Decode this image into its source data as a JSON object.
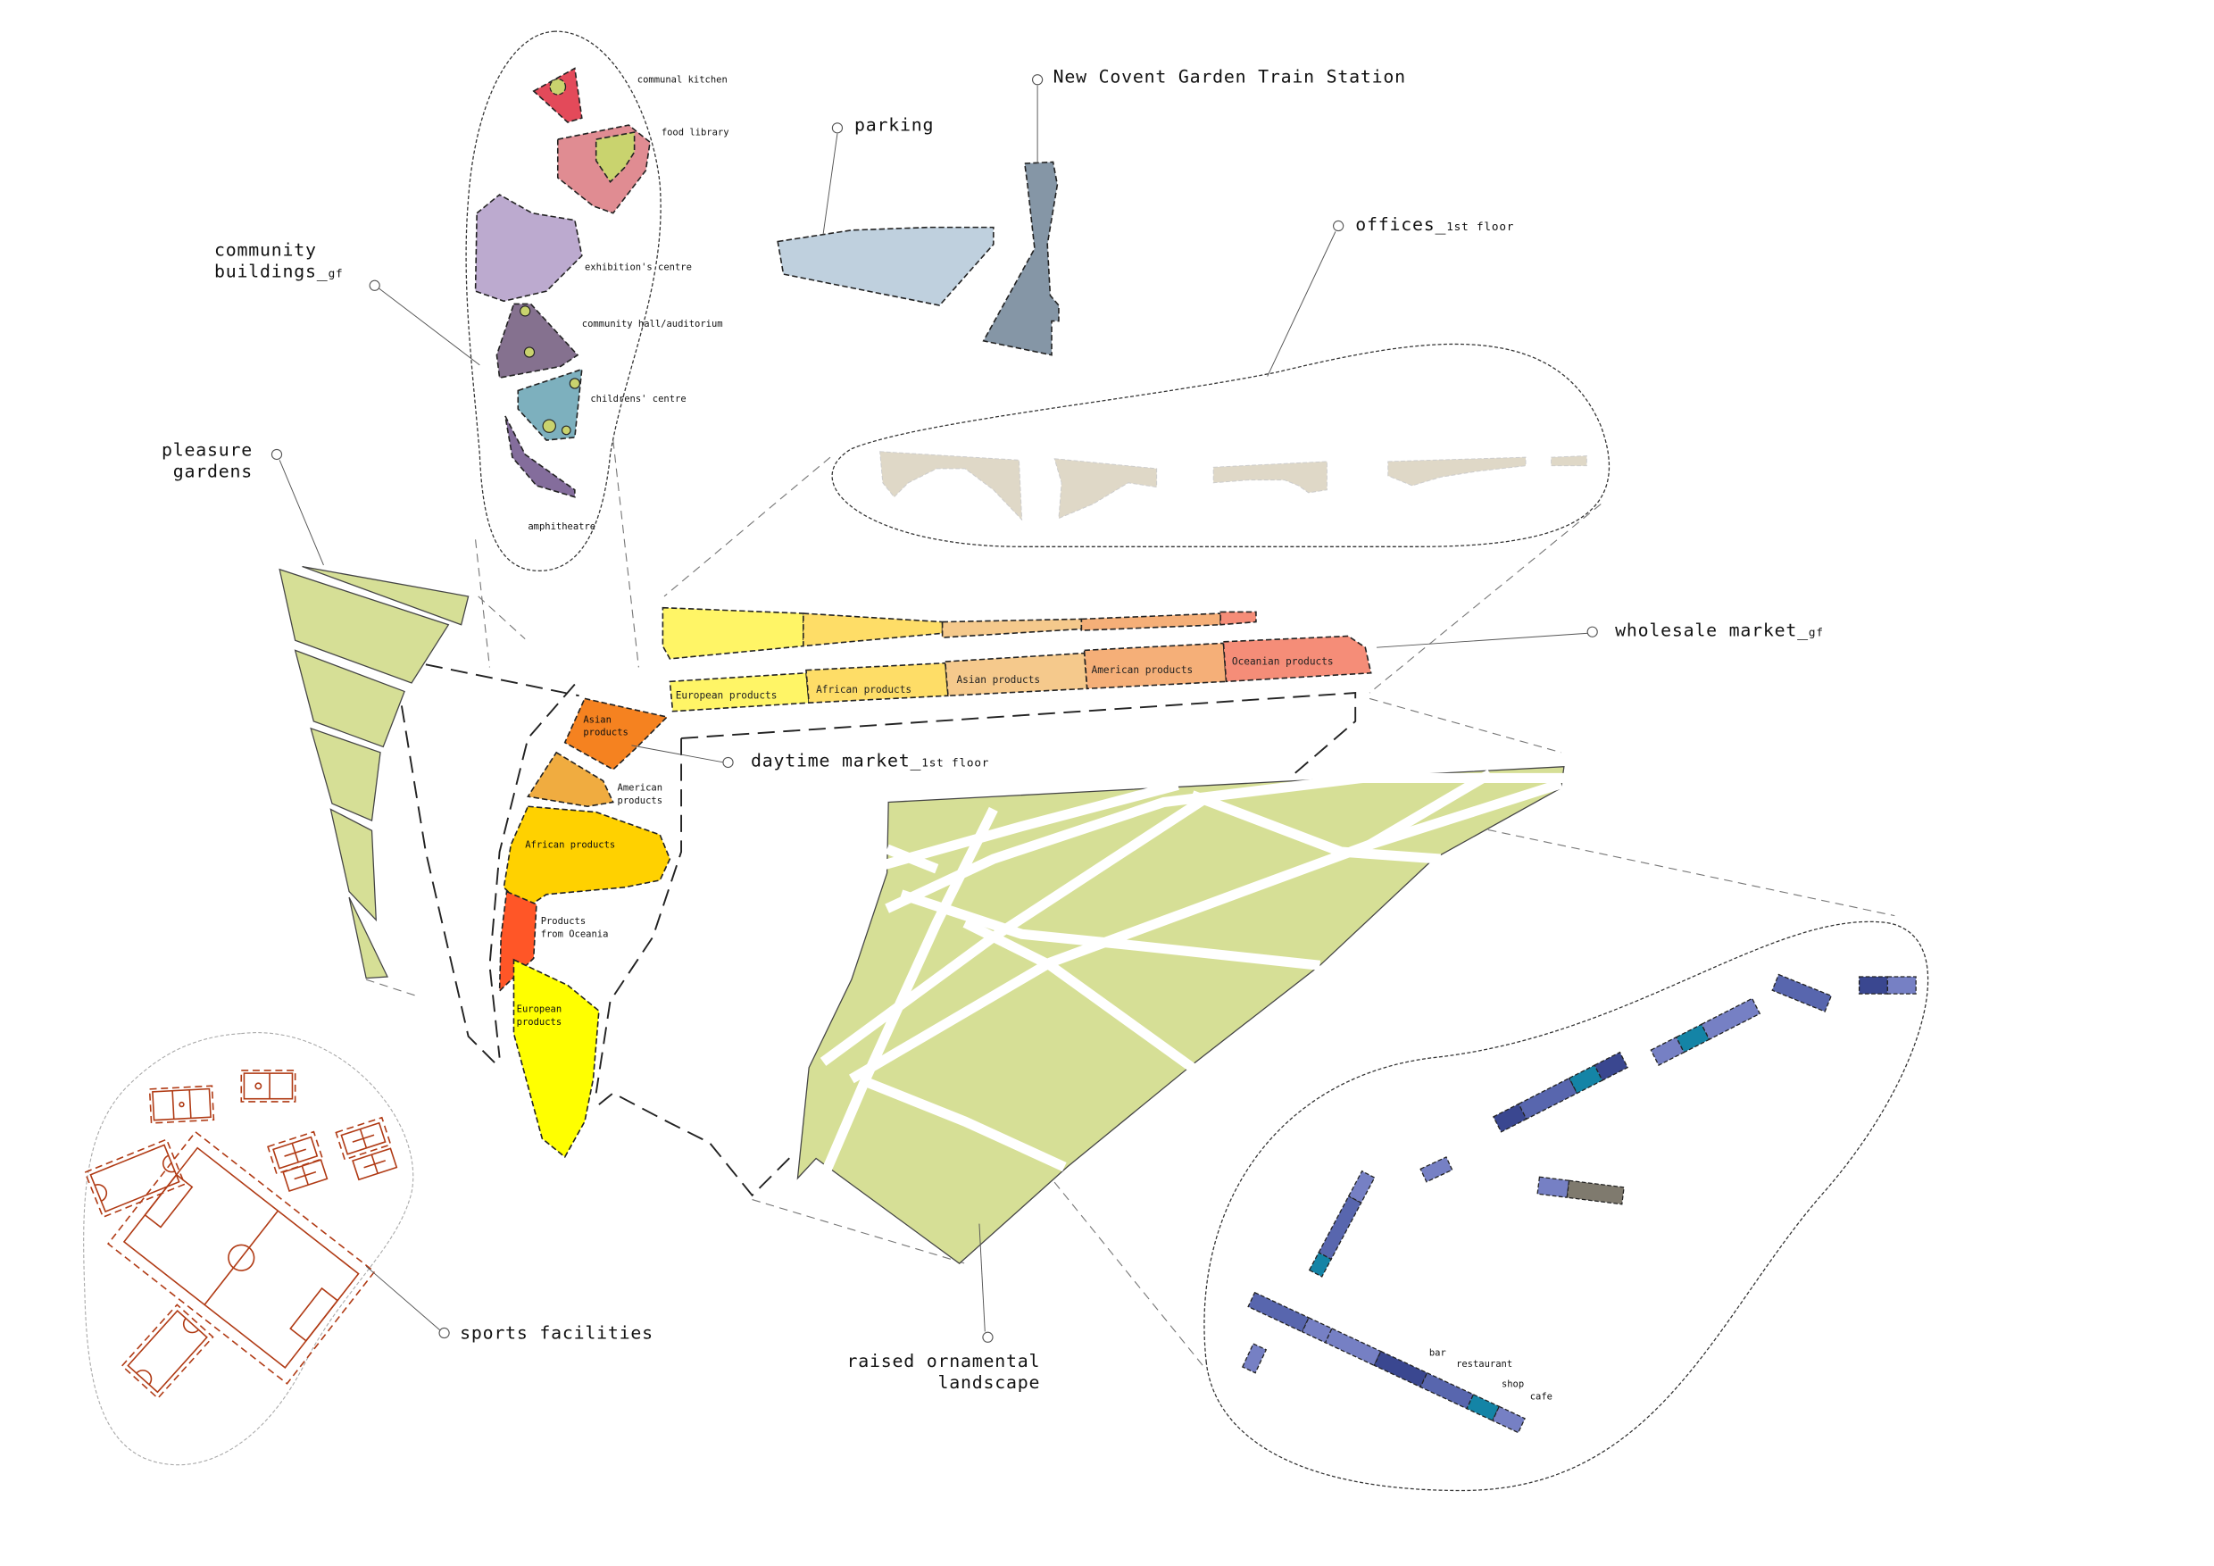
{
  "labels": {
    "community_buildings": {
      "line1": "community",
      "line2": "buildings_",
      "sub": "gf"
    },
    "parking": "parking",
    "station": "New Covent Garden Train Station",
    "offices": {
      "main": "offices_",
      "sub": "1st floor"
    },
    "pleasure_gardens": {
      "line1": "pleasure",
      "line2": "gardens"
    },
    "wholesale_market": {
      "main": "wholesale market_",
      "sub": "gf"
    },
    "daytime_market": {
      "main": "daytime market_",
      "sub": "1st floor"
    },
    "sports_facilities": "sports facilities",
    "raised_landscape": {
      "line1": "raised ornamental",
      "line2": "landscape"
    }
  },
  "community_buildings": [
    {
      "name": "communal kitchen",
      "color": "#e34a5a"
    },
    {
      "name": "food library",
      "color": "#e08c92"
    },
    {
      "name": "exhibition's centre",
      "color": "#bcaacf"
    },
    {
      "name": "community hall/auditorium",
      "color": "#85718f"
    },
    {
      "name": "childrens' centre",
      "color": "#7db0be"
    },
    {
      "name": "amphitheatre",
      "color": "#846d9c"
    }
  ],
  "wholesale_sections": [
    {
      "name": "European products",
      "color": "#fff566"
    },
    {
      "name": "African products",
      "color": "#fedd67"
    },
    {
      "name": "Asian products",
      "color": "#f5c98c"
    },
    {
      "name": "American products",
      "color": "#f5af78"
    },
    {
      "name": "Oceanian products",
      "color": "#f58d78"
    }
  ],
  "daytime_sections": [
    {
      "line1": "Asian",
      "line2": "products",
      "color": "#f58220"
    },
    {
      "line1": "American",
      "line2": "products",
      "color": "#f0ac40"
    },
    {
      "line1": "African products",
      "line2": "",
      "color": "#ffd100"
    },
    {
      "line1": "Products",
      "line2": "from Oceania",
      "color": "#ff5627"
    },
    {
      "line1": "European",
      "line2": "products",
      "color": "#ffff00"
    }
  ],
  "stall_types": [
    "bar",
    "restaurant",
    "shop",
    "cafe"
  ],
  "colors": {
    "greenery": "#d6df96",
    "parking": "#bfd0de",
    "station": "#8596a6",
    "offices": "#dfd8c7",
    "sports": "#b03a14",
    "stall_dark": "#3a4790",
    "stall_mid": "#5866ae",
    "stall_light": "#7680c4",
    "stall_teal": "#1484a6",
    "stall_grey": "#7f7a6e"
  }
}
